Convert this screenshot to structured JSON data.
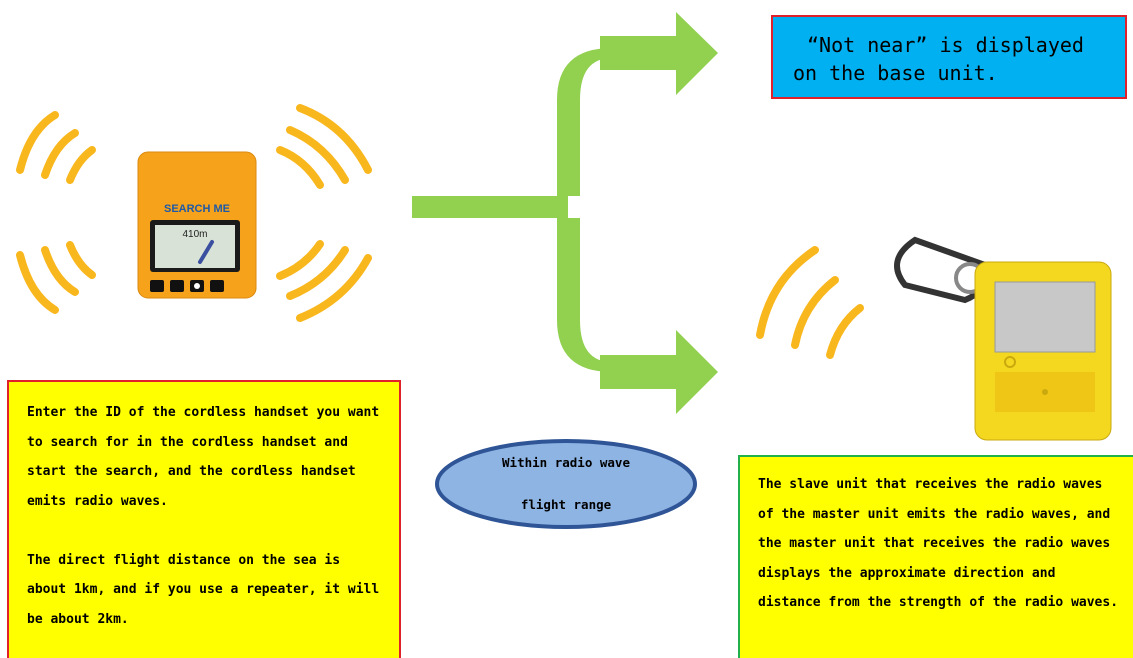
{
  "top_box": {
    "lines": [
      "“Not near” is displayed",
      "on the base unit."
    ]
  },
  "left_box": {
    "para1": "Enter the ID of the cordless handset you want to search for in the cordless handset and start the search, and the cordless handset emits radio waves.",
    "para2": "The direct flight distance on the sea is about 1km, and if you use a repeater, it will be about 2km."
  },
  "ellipse": {
    "line1": "Within radio wave",
    "line2": "flight range"
  },
  "right_box": {
    "text": "The slave unit that receives the radio waves of the master unit emits the radio waves, and the master unit that receives the radio waves displays the approximate direction and distance from the strength of the radio waves."
  },
  "device": {
    "brand_text": "SEARCH ME",
    "screen_distance": "410m"
  },
  "colors": {
    "arrow_green": "#92d050",
    "wave_orange": "#f9b71e",
    "device_orange": "#f7a21b",
    "tag_yellow": "#f4d820",
    "ellipse_fill": "#8eb4e3",
    "ellipse_border": "#2f5597",
    "top_box_fill": "#00b0f0",
    "text_box_fill": "#ffff00"
  }
}
